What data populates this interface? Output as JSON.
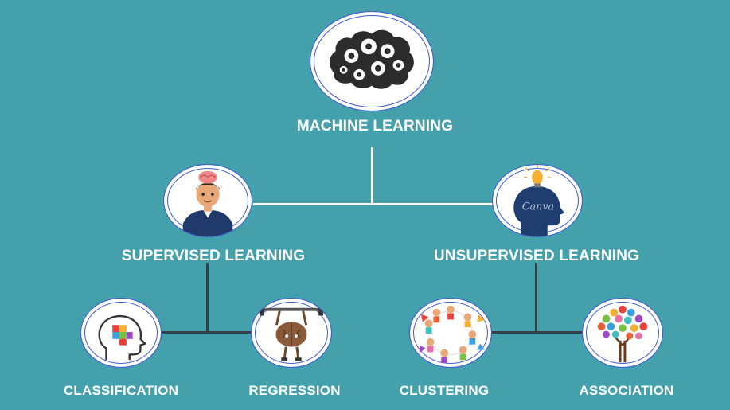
{
  "diagram": {
    "root": {
      "label": "MACHINE LEARNING",
      "icon": "brain-gears-icon"
    },
    "branches": [
      {
        "label": "SUPERVISED LEARNING",
        "icon": "person-brain-icon",
        "children": [
          {
            "label": "CLASSIFICATION",
            "icon": "head-puzzle-icon"
          },
          {
            "label": "REGRESSION",
            "icon": "brain-lifting-icon"
          }
        ]
      },
      {
        "label": "UNSUPERVISED LEARNING",
        "icon": "head-lightbulb-icon",
        "icon_text": "Canva",
        "children": [
          {
            "label": "CLUSTERING",
            "icon": "children-circle-icon"
          },
          {
            "label": "ASSOCIATION",
            "icon": "colorful-tree-icon"
          }
        ]
      }
    ]
  },
  "colors": {
    "background": "#44a0ab",
    "node_fill": "#ffffff",
    "node_ring": "#3d5bd6",
    "connector_top": "#ffffff",
    "connector_bottom": "#33404a",
    "label_text": "#ffffff"
  }
}
